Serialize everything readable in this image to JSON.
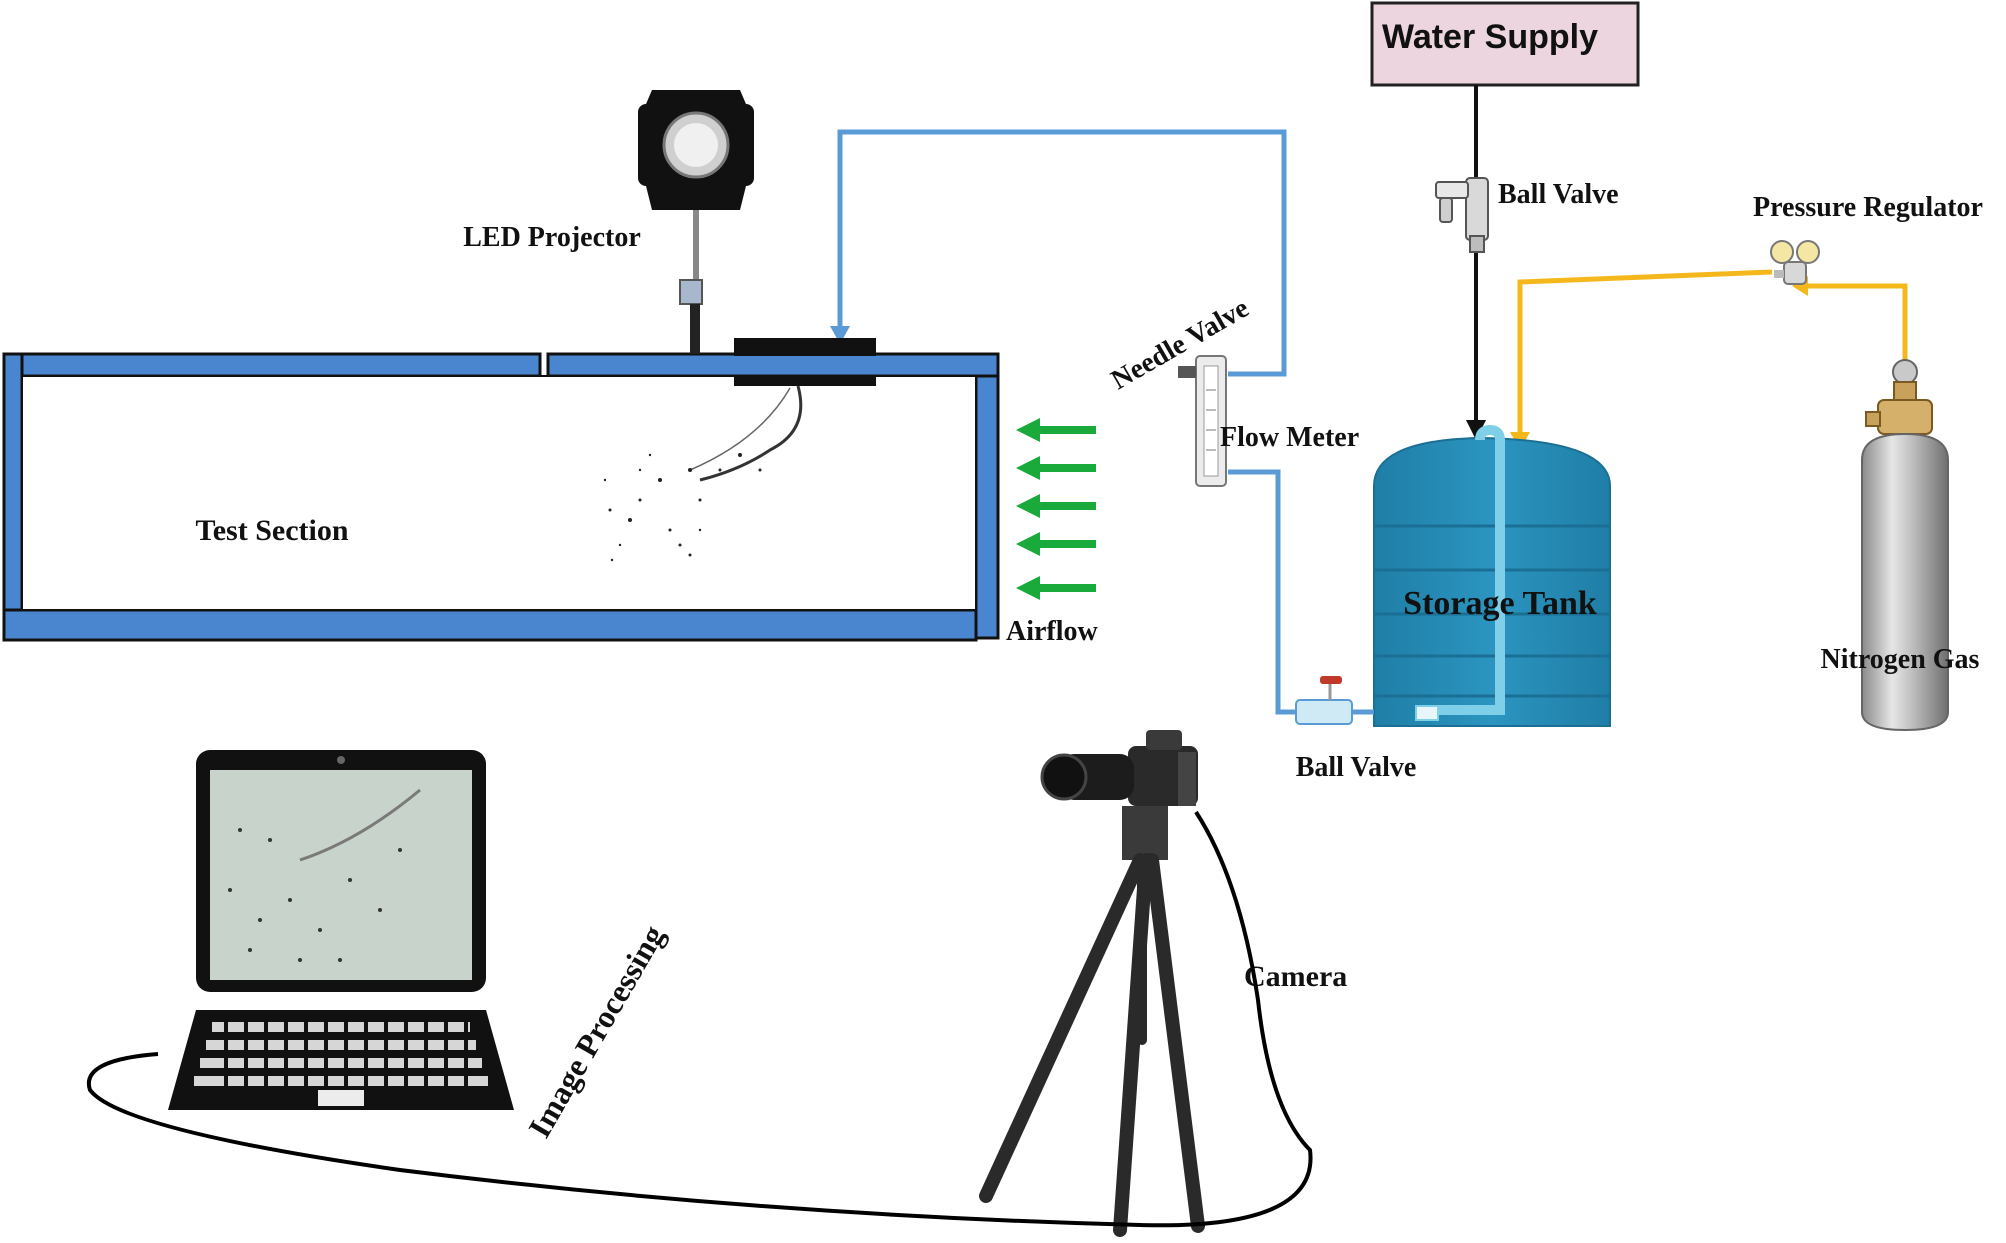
{
  "labels": {
    "water_supply": "Water Supply",
    "ball_valve_top": "Ball Valve",
    "pressure_regulator": "Pressure  Regulator",
    "led_projector": "LED  Projector",
    "needle_valve": "Needle Valve",
    "flow_meter": "Flow Meter",
    "test_section": "Test Section",
    "airflow": "Airflow",
    "storage_tank": "Storage Tank",
    "nitrogen_gas": "Nitrogen Gas",
    "ball_valve_bottom": "Ball Valve",
    "camera": "Camera",
    "image_processing": "Image  Processing"
  },
  "colors": {
    "channel_wall": "#4a86cf",
    "water_line": "#5b9bd5",
    "gas_line": "#f5b81c",
    "airflow_arrow": "#1aaa3c",
    "tank": "#2b8fb8",
    "tank_pipe": "#7fcfe8",
    "supply_box": "#ecd5de",
    "cable": "#000000"
  },
  "icons": [
    "led-projector-icon",
    "ball-valve-icon",
    "pressure-regulator-icon",
    "flow-meter-icon",
    "storage-tank-icon",
    "nitrogen-cylinder-icon",
    "camera-icon",
    "tripod-icon",
    "laptop-icon"
  ]
}
